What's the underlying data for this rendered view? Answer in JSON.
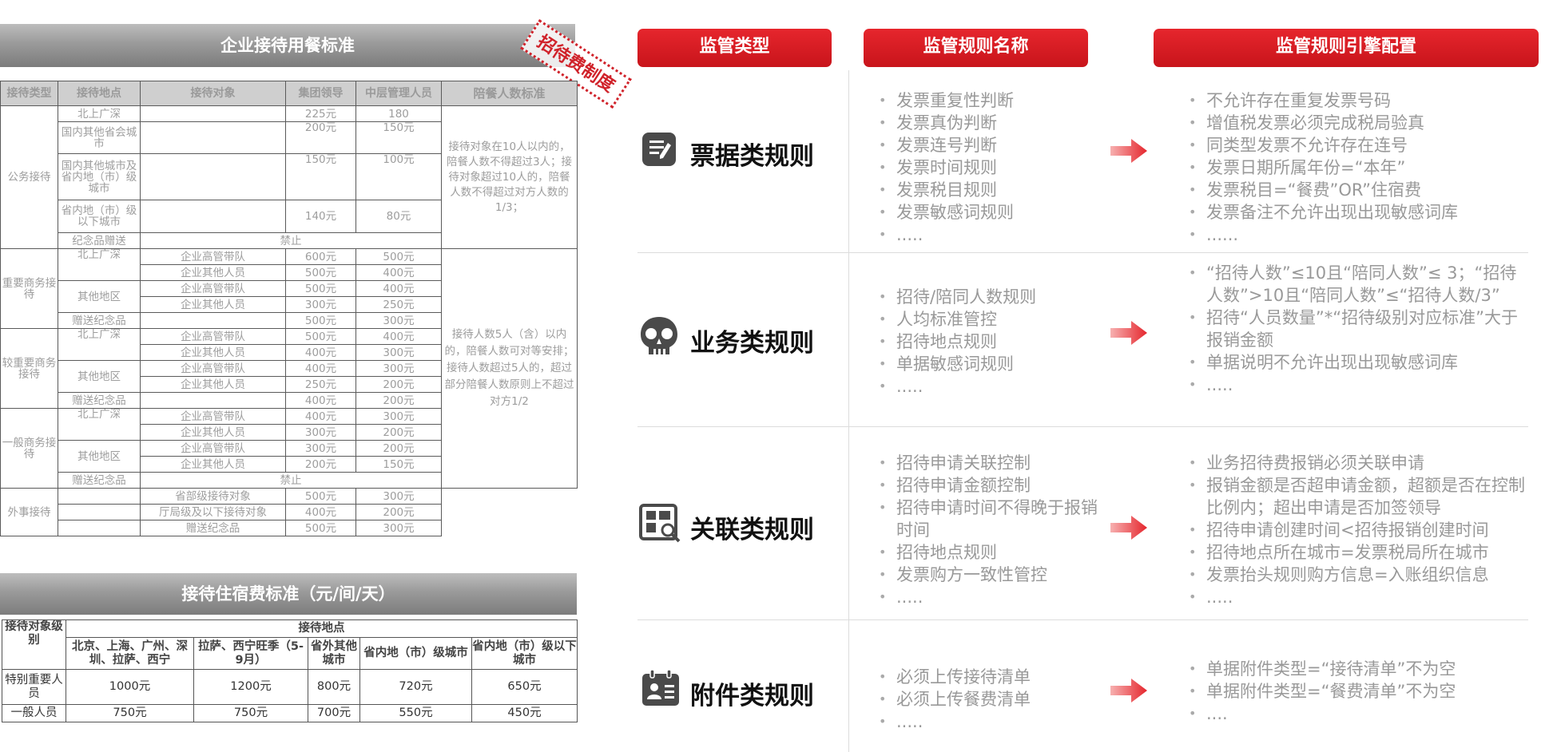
{
  "dining": {
    "title": "企业接待用餐标准",
    "stamp": "招待费制度",
    "headers": [
      "接待类型",
      "接待地点",
      "接待对象",
      "集团领导",
      "中层管理人员",
      "陪餐人数标准"
    ],
    "public": {
      "type": "公务接待",
      "rows": [
        {
          "place": "北上广深",
          "leader": "225元",
          "mid": "180"
        },
        {
          "place": "国内其他省会城市",
          "leader": "200元",
          "mid": "150元"
        },
        {
          "place": "国内其他城市及省内地（市）级城市",
          "leader": "150元",
          "mid": "100元"
        },
        {
          "place": "省内地（市）级以下城市",
          "leader": "140元",
          "mid": "80元"
        }
      ],
      "gift": "纪念品赠送",
      "gift_value": "禁止",
      "note": "接待对象在10人以内的，陪餐人数不得超过3人；接待对象超过10人的，陪餐人数不得超过对方人数的1/3；"
    },
    "groups": [
      {
        "type": "重要商务接待",
        "rows": [
          {
            "place": "北上广深",
            "obj": "企业高管带队",
            "leader": "600元",
            "mid": "500元"
          },
          {
            "place": "",
            "obj": "企业其他人员",
            "leader": "500元",
            "mid": "400元"
          },
          {
            "place": "其他地区",
            "obj": "企业高管带队",
            "leader": "500元",
            "mid": "400元"
          },
          {
            "place": "",
            "obj": "企业其他人员",
            "leader": "300元",
            "mid": "250元"
          }
        ],
        "gift": "赠送纪念品",
        "gift_leader": "500元",
        "gift_mid": "300元"
      },
      {
        "type": "较重要商务接待",
        "rows": [
          {
            "place": "北上广深",
            "obj": "企业高管带队",
            "leader": "500元",
            "mid": "400元"
          },
          {
            "place": "",
            "obj": "企业其他人员",
            "leader": "400元",
            "mid": "300元"
          },
          {
            "place": "其他地区",
            "obj": "企业高管带队",
            "leader": "400元",
            "mid": "300元"
          },
          {
            "place": "",
            "obj": "企业其他人员",
            "leader": "250元",
            "mid": "200元"
          }
        ],
        "gift": "赠送纪念品",
        "gift_leader": "400元",
        "gift_mid": "200元"
      },
      {
        "type": "一般商务接待",
        "rows": [
          {
            "place": "北上广深",
            "obj": "企业高管带队",
            "leader": "400元",
            "mid": "300元"
          },
          {
            "place": "",
            "obj": "企业其他人员",
            "leader": "300元",
            "mid": "200元"
          },
          {
            "place": "其他地区",
            "obj": "企业高管带队",
            "leader": "300元",
            "mid": "200元"
          },
          {
            "place": "",
            "obj": "企业其他人员",
            "leader": "200元",
            "mid": "150元"
          }
        ],
        "gift": "赠送纪念品",
        "gift_value": "禁止"
      }
    ],
    "business_note": "接待人数5人（含）以内的，陪餐人数可对等安排；接待人数超过5人的，超过部分陪餐人数原则上不超过对方1/2",
    "foreign": {
      "type": "外事接待",
      "rows": [
        {
          "obj": "省部级接待对象",
          "leader": "500元",
          "mid": "300元"
        },
        {
          "obj": "厅局级及以下接待对象",
          "leader": "400元",
          "mid": "200元"
        },
        {
          "obj": "赠送纪念品",
          "leader": "500元",
          "mid": "300元"
        }
      ]
    }
  },
  "lodging": {
    "title": "接待住宿费标准（元/间/天）",
    "col_object": "接待对象级别",
    "col_place": "接待地点",
    "places": [
      "北京、上海、广州、深圳、拉萨、西宁",
      "拉萨、西宁旺季（5-9月）",
      "省外其他城市",
      "省内地（市）级城市",
      "省内地（市）级以下城市"
    ],
    "rows": [
      {
        "level": "特别重要人员",
        "values": [
          "1000元",
          "1200元",
          "800元",
          "720元",
          "650元"
        ]
      },
      {
        "level": "一般人员",
        "values": [
          "750元",
          "750元",
          "700元",
          "550元",
          "450元"
        ]
      }
    ]
  },
  "headers": {
    "type": "监管类型",
    "name": "监管规则名称",
    "engine": "监管规则引擎配置"
  },
  "categories": [
    {
      "label": "票据类规则",
      "icon": "document-edit-icon",
      "rules": [
        "发票重复性判断",
        "发票真伪判断",
        "发票连号判断",
        "发票时间规则",
        "发票税目规则",
        "发票敏感词规则",
        " ....."
      ],
      "engine": [
        "不允许存在重复发票号码",
        "增值税发票必须完成税局验真",
        "同类型发票不允许存在连号",
        "发票日期所属年份=“本年”",
        "发票税目=“餐费”OR”住宿费",
        "发票备注不允许出现出现敏感词库",
        " ......"
      ]
    },
    {
      "label": "业务类规则",
      "icon": "skull-icon",
      "rules": [
        "招待/陪同人数规则",
        "人均标准管控",
        "招待地点规则",
        "单据敏感词规则",
        " ....."
      ],
      "engine": [
        "“招待人数”≤10且“陪同人数”≤ 3；“招待人数”>10且“陪同人数”≤“招待人数/3”",
        "招待“人员数量”*“招待级别对应标准”大于报销金额",
        "单据说明不允许出现出现敏感词库",
        " ....."
      ]
    },
    {
      "label": "关联类规则",
      "icon": "grid-search-icon",
      "rules": [
        "招待申请关联控制",
        "招待申请金额控制",
        "招待申请时间不得晚于报销时间",
        "招待地点规则",
        "发票购方一致性管控",
        " ....."
      ],
      "engine": [
        "业务招待费报销必须关联申请",
        "报销金额是否超申请金额，超额是否在控制比例内；超出申请是否加签领导",
        "招待申请创建时间<招待报销创建时间",
        "招待地点所在城市=发票税局所在城市",
        "发票抬头规则购方信息=入账组织信息",
        " ....."
      ]
    },
    {
      "label": "附件类规则",
      "icon": "id-card-icon",
      "rules": [
        "必须上传接待清单",
        "必须上传餐费清单",
        " ....."
      ],
      "engine": [
        "单据附件类型=“接待清单”不为空",
        "单据附件类型=“餐费清单”不为空",
        " ...."
      ]
    }
  ]
}
